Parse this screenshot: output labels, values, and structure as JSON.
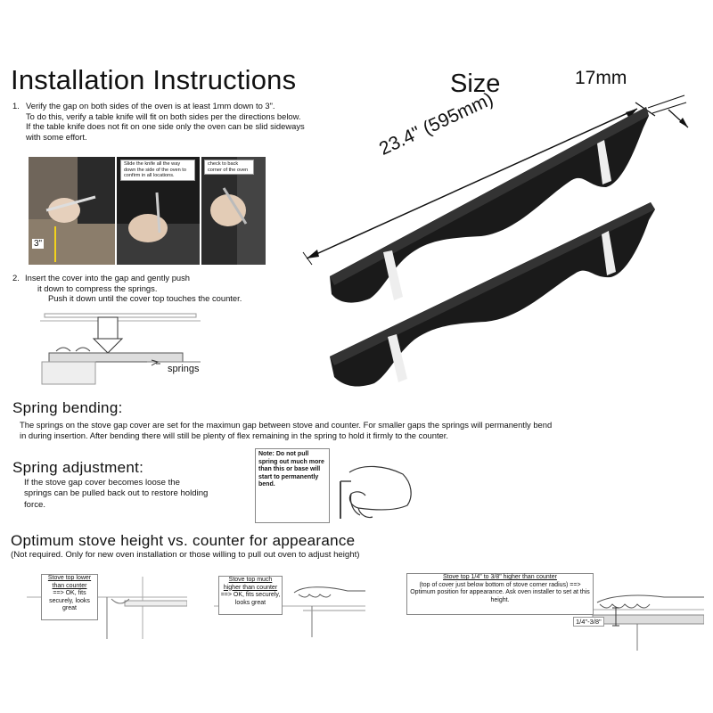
{
  "title": "Installation Instructions",
  "size_title": "Size",
  "dimensions": {
    "thickness": "17mm",
    "length": "23.4\" (595mm)"
  },
  "step1": {
    "number": "1.",
    "lines": [
      "Verify the gap on both sides of the oven is at least 1mm down to 3\".",
      "To do this, verify a table knife will fit on both sides per the directions below.",
      "If the table knife does not fit on one side only the oven can be slid sideways",
      "with some effort."
    ],
    "photo_captions": [
      "Slide the knife all the way down the side of the oven to confirm in all locations.",
      "check to back corner of the oven"
    ],
    "measure_label": "3\""
  },
  "step2": {
    "number": "2.",
    "lines": [
      "Insert the cover into the gap and gently push",
      "it down to compress the springs.",
      "Push it down until the cover top touches the counter."
    ],
    "springs_label": "springs"
  },
  "spring_bending": {
    "heading": "Spring bending:",
    "lines": [
      "The springs on the stove gap cover are set for the maximun gap between stove and counter.  For smaller gaps the springs will permanently bend",
      "in during insertion.  After bending there will still be plenty of flex remaining in the spring to hold it firmly to the counter."
    ]
  },
  "spring_adjustment": {
    "heading": "Spring adjustment:",
    "lines": [
      "If the stove gap cover becomes loose the",
      "springs can be pulled back out to restore holding",
      "force."
    ],
    "note": "Note:  Do not pull spring out much more than this or base will start to permanently bend."
  },
  "optimum": {
    "heading": "Optimum stove height vs. counter for appearance",
    "subheading": "(Not required.  Only for new oven installation or those willing to pull out oven to adjust height)",
    "cases": [
      {
        "title": "Stove top lower than counter",
        "body": "==> OK, fits securely, looks great"
      },
      {
        "title": "Stove top  much higher than counter",
        "body": "==> OK, fits securely, looks great"
      },
      {
        "title": "Stove top  1/4\"  to 3/8\" higher than counter",
        "body": "(top of cover just below bottom of stove corner radius) ==>  Optimum  position for appearance. Ask oven installer  to set at this height."
      }
    ],
    "height_label": "1/4\"-3/8\""
  },
  "colors": {
    "text": "#111111",
    "product": "#1a1a1a",
    "accent_yellow": "#f2d21b"
  }
}
